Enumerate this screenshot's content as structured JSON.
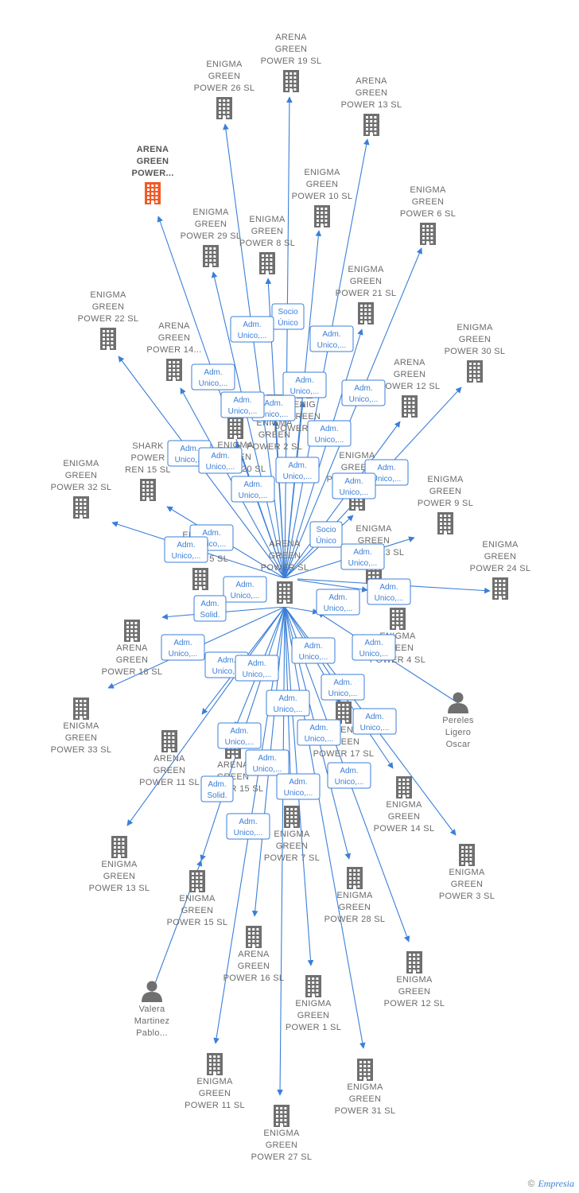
{
  "colors": {
    "edge": "#3a7fd8",
    "node": "#6f6f6f",
    "highlight": "#f05a28",
    "text": "#6b6b6b"
  },
  "center": {
    "label": [
      "ARENA",
      "GREEN",
      "POWER SL"
    ]
  },
  "nodes": [
    {
      "id": "n0",
      "type": "building",
      "label": [
        "ARENA",
        "GREEN",
        "POWER..."
      ],
      "highlight": true
    },
    {
      "id": "n1",
      "type": "building",
      "label": [
        "ARENA",
        "GREEN",
        "POWER 19 SL"
      ]
    },
    {
      "id": "n2",
      "type": "building",
      "label": [
        "ENIGMA",
        "GREEN",
        "POWER 26 SL"
      ]
    },
    {
      "id": "n3",
      "type": "building",
      "label": [
        "ARENA",
        "GREEN",
        "POWER 13 SL"
      ]
    },
    {
      "id": "n4",
      "type": "building",
      "label": [
        "ENIGMA",
        "GREEN",
        "POWER 10 SL"
      ]
    },
    {
      "id": "n5",
      "type": "building",
      "label": [
        "ENIGMA",
        "GREEN",
        "POWER 6 SL"
      ]
    },
    {
      "id": "n6",
      "type": "building",
      "label": [
        "ENIGMA",
        "GREEN",
        "POWER 29 SL"
      ]
    },
    {
      "id": "n7",
      "type": "building",
      "label": [
        "ENIGMA",
        "GREEN",
        "POWER 8 SL"
      ]
    },
    {
      "id": "n8",
      "type": "building",
      "label": [
        "ENIGMA",
        "GREEN",
        "POWER 21 SL"
      ]
    },
    {
      "id": "n9",
      "type": "building",
      "label": [
        "ENIGMA",
        "GREEN",
        "POWER 22 SL"
      ]
    },
    {
      "id": "n10",
      "type": "building",
      "label": [
        "ARENA",
        "GREEN",
        "POWER 14..."
      ]
    },
    {
      "id": "n11",
      "type": "building",
      "label": [
        "ENIG",
        "GREEN",
        "POWER 25 SL"
      ]
    },
    {
      "id": "n12",
      "type": "building",
      "label": [
        "ENIGMA",
        "GREEN",
        "POWER 30 SL"
      ]
    },
    {
      "id": "n13",
      "type": "building",
      "label": [
        "ARENA",
        "GREEN",
        "POWER 12 SL"
      ]
    },
    {
      "id": "n14",
      "type": "building",
      "label": [
        "ENIGMA",
        "GREEN",
        "POWER 32 SL"
      ]
    },
    {
      "id": "n15",
      "type": "building",
      "label": [
        "SHARK",
        "POWER",
        "REN 15 SL"
      ]
    },
    {
      "id": "n16",
      "type": "building",
      "label": [
        "ENIGMA",
        "GREEN",
        "POWER 9 SL"
      ]
    },
    {
      "id": "n17",
      "type": "building",
      "label": [
        "ENIGMA",
        "GREEN",
        "POWER 24 SL"
      ]
    },
    {
      "id": "n18",
      "type": "building",
      "label": [
        "ARENA",
        "GREEN",
        "POWER 18 SL"
      ]
    },
    {
      "id": "n19",
      "type": "building",
      "label": [
        "ENIGMA",
        "GREEN",
        "POWER 4 SL"
      ]
    },
    {
      "id": "n20",
      "type": "person",
      "label": [
        "Pereles",
        "Ligero",
        "Oscar"
      ]
    },
    {
      "id": "n21",
      "type": "building",
      "label": [
        "ENIGMA",
        "GREEN",
        "POWER 33 SL"
      ]
    },
    {
      "id": "n22",
      "type": "building",
      "label": [
        "ARENA",
        "GREEN",
        "POWER 11 SL"
      ]
    },
    {
      "id": "n23",
      "type": "building",
      "label": [
        "ARENA",
        "GREEN",
        "POWER 17 SL"
      ]
    },
    {
      "id": "n24",
      "type": "building",
      "label": [
        "ARENA",
        "GREEN",
        "POWER 15 SL"
      ]
    },
    {
      "id": "n25",
      "type": "building",
      "label": [
        "ENIGMA",
        "GREEN",
        "POWER 14 SL"
      ]
    },
    {
      "id": "n26",
      "type": "building",
      "label": [
        "ENIGMA",
        "GREEN",
        "POWER 13 SL"
      ]
    },
    {
      "id": "n27",
      "type": "building",
      "label": [
        "ENIGMA",
        "GREEN",
        "POWER 3 SL"
      ]
    },
    {
      "id": "n28",
      "type": "building",
      "label": [
        "ENIGMA",
        "GREEN",
        "POWER 15 SL"
      ]
    },
    {
      "id": "n29",
      "type": "building",
      "label": [
        "ENIGMA",
        "GREEN",
        "POWER 28 SL"
      ]
    },
    {
      "id": "n30",
      "type": "building",
      "label": [
        "ARENA",
        "GREEN",
        "POWER 16 SL"
      ]
    },
    {
      "id": "n31",
      "type": "building",
      "label": [
        "ENIGMA",
        "GREEN",
        "POWER 12 SL"
      ]
    },
    {
      "id": "n32",
      "type": "person",
      "label": [
        "Valera",
        "Martinez",
        "Pablo..."
      ]
    },
    {
      "id": "n33",
      "type": "building",
      "label": [
        "ENIGMA",
        "GREEN",
        "POWER 1 SL"
      ]
    },
    {
      "id": "n34",
      "type": "building",
      "label": [
        "ENIGMA",
        "GREEN",
        "POWER 11 SL"
      ]
    },
    {
      "id": "n35",
      "type": "building",
      "label": [
        "ENIGMA",
        "GREEN",
        "POWER 31 SL"
      ]
    },
    {
      "id": "n36",
      "type": "building",
      "label": [
        "ENIGMA",
        "GREEN",
        "POWER 27 SL"
      ]
    },
    {
      "id": "n37",
      "type": "building",
      "label": [
        "ENIGMA",
        "GREEN",
        "POWER 7 SL"
      ]
    },
    {
      "id": "n38",
      "type": "building",
      "label": [
        "ENIGMA",
        "GREEN",
        "POWER 20 SL"
      ]
    },
    {
      "id": "n39",
      "type": "building",
      "label": [
        "ENIGMA",
        "GREEN",
        "POWER 5 SL"
      ]
    },
    {
      "id": "n40",
      "type": "building",
      "label": [
        "ENIGMA",
        "GREEN",
        "POWER 16 SL"
      ]
    },
    {
      "id": "n41",
      "type": "building",
      "label": [
        "ENIGMA",
        "GREEN",
        "POWER 23 SL"
      ]
    },
    {
      "id": "n42",
      "type": "building",
      "label": [
        "ENIGMA",
        "GREEN",
        "POWER 2 SL"
      ]
    }
  ],
  "edge_labels": [
    [
      "Socio",
      "Único"
    ],
    [
      "Adm.",
      "Unico,..."
    ],
    [
      "Adm.",
      "Unico,..."
    ],
    [
      "Adm.",
      "Unico,..."
    ],
    [
      "Adm.",
      "Unico,..."
    ],
    [
      "Adm.",
      "Unico,..."
    ],
    [
      "Adm.",
      "Unico,..."
    ],
    [
      "Adm.",
      "Unico,..."
    ],
    [
      "Adm.",
      "Unico,..."
    ],
    [
      "Adm.",
      "Unico,..."
    ],
    [
      "Adm.",
      "Unico,..."
    ],
    [
      "Adm.",
      "Unico,..."
    ],
    [
      "Adm.",
      "Unico,..."
    ],
    [
      "Adm.",
      "Unico,..."
    ],
    [
      "Adm.",
      "Unico,..."
    ],
    [
      "Adm.",
      "Unico,..."
    ],
    [
      "Adm.",
      "Unico,..."
    ],
    [
      "Socio",
      "Único"
    ],
    [
      "Adm.",
      "Unico,..."
    ],
    [
      "Adm.",
      "Unico,..."
    ],
    [
      "Adm.",
      "Solid."
    ],
    [
      "Adm.",
      "Unico,..."
    ],
    [
      "Adm.",
      "Unico,..."
    ],
    [
      "Adm.",
      "Unico,..."
    ],
    [
      "Adm.",
      "Unico,..."
    ],
    [
      "Adm.",
      "Unico,..."
    ],
    [
      "Adm.",
      "Unico,..."
    ],
    [
      "Adm.",
      "Unico,..."
    ],
    [
      "Adm.",
      "Unico,..."
    ],
    [
      "Adm.",
      "Unico,..."
    ],
    [
      "Adm.",
      "Unico,..."
    ],
    [
      "Adm.",
      "Unico,..."
    ],
    [
      "Adm.",
      "Solid."
    ],
    [
      "Adm.",
      "Unico,..."
    ],
    [
      "Adm.",
      "Unico,..."
    ],
    [
      "Adm.",
      "Unico,..."
    ],
    [
      "Adm.",
      "Unico,..."
    ],
    [
      "Adm.",
      "Unico,..."
    ]
  ],
  "brand": {
    "copyright": "©",
    "name": "Empresia"
  }
}
